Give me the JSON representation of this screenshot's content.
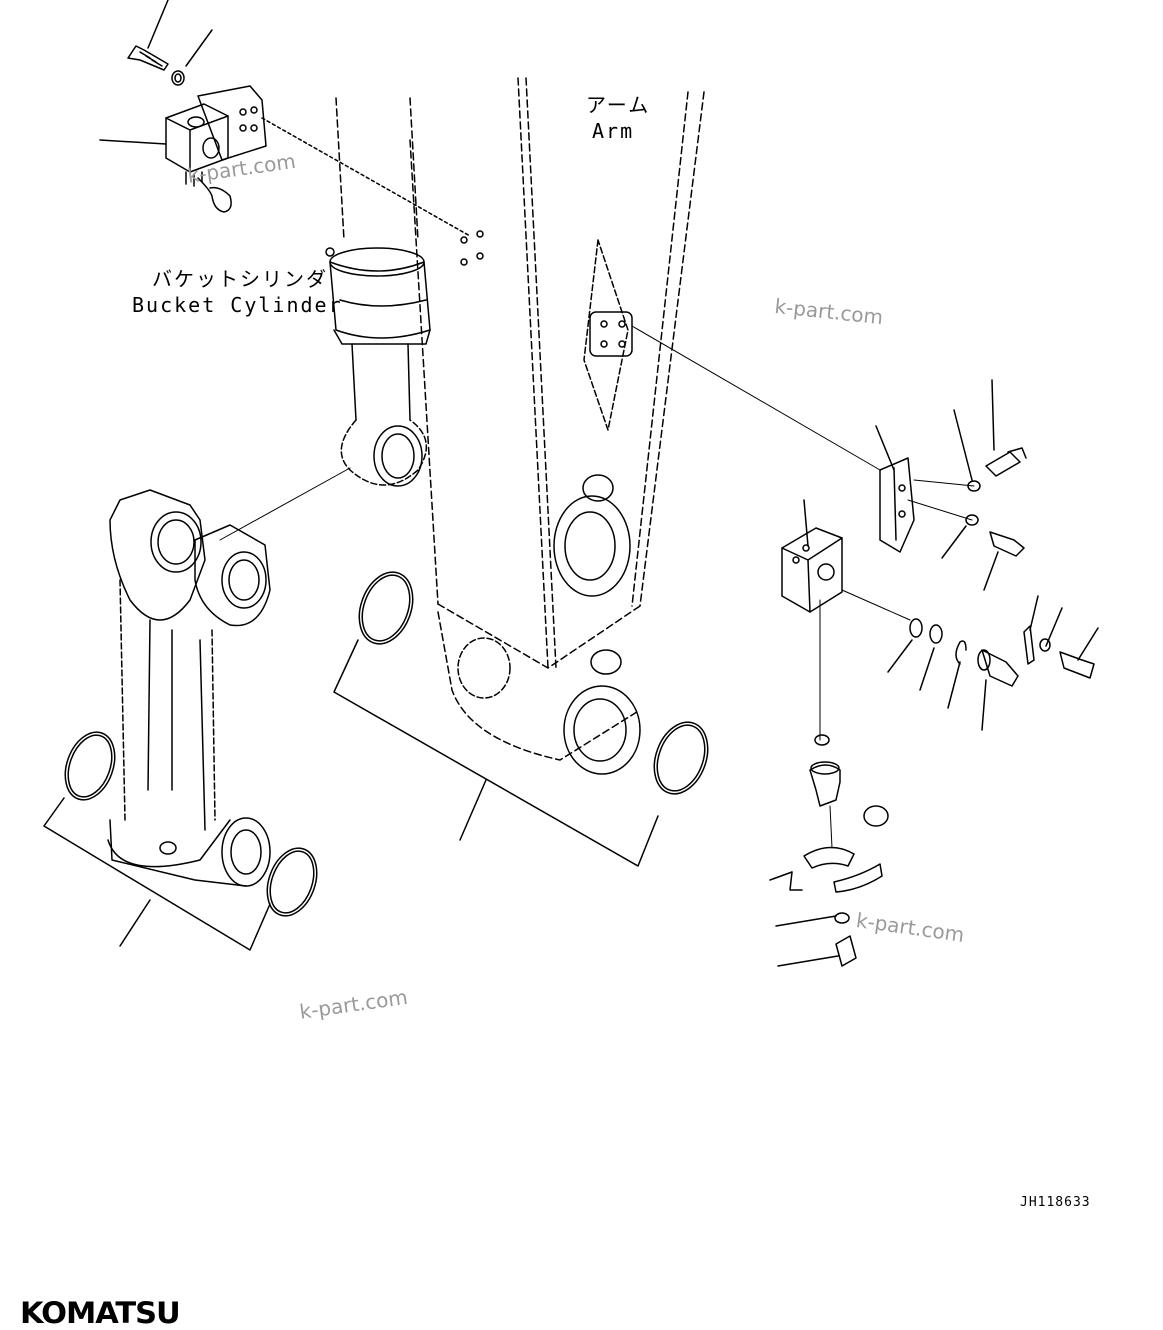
{
  "labels": {
    "arm_jp": "アーム",
    "arm_en": "Arm",
    "bucket_cylinder_jp": "バケットシリンダ",
    "bucket_cylinder_en": "Bucket Cylinder"
  },
  "watermarks": [
    "k-part.com",
    "k-part.com",
    "k-part.com",
    "k-part.com"
  ],
  "drawing_code": "JH118633",
  "brand": "KOMATSU",
  "colors": {
    "line": "#000000",
    "watermark": "#9a9a9a",
    "background": "#ffffff"
  }
}
